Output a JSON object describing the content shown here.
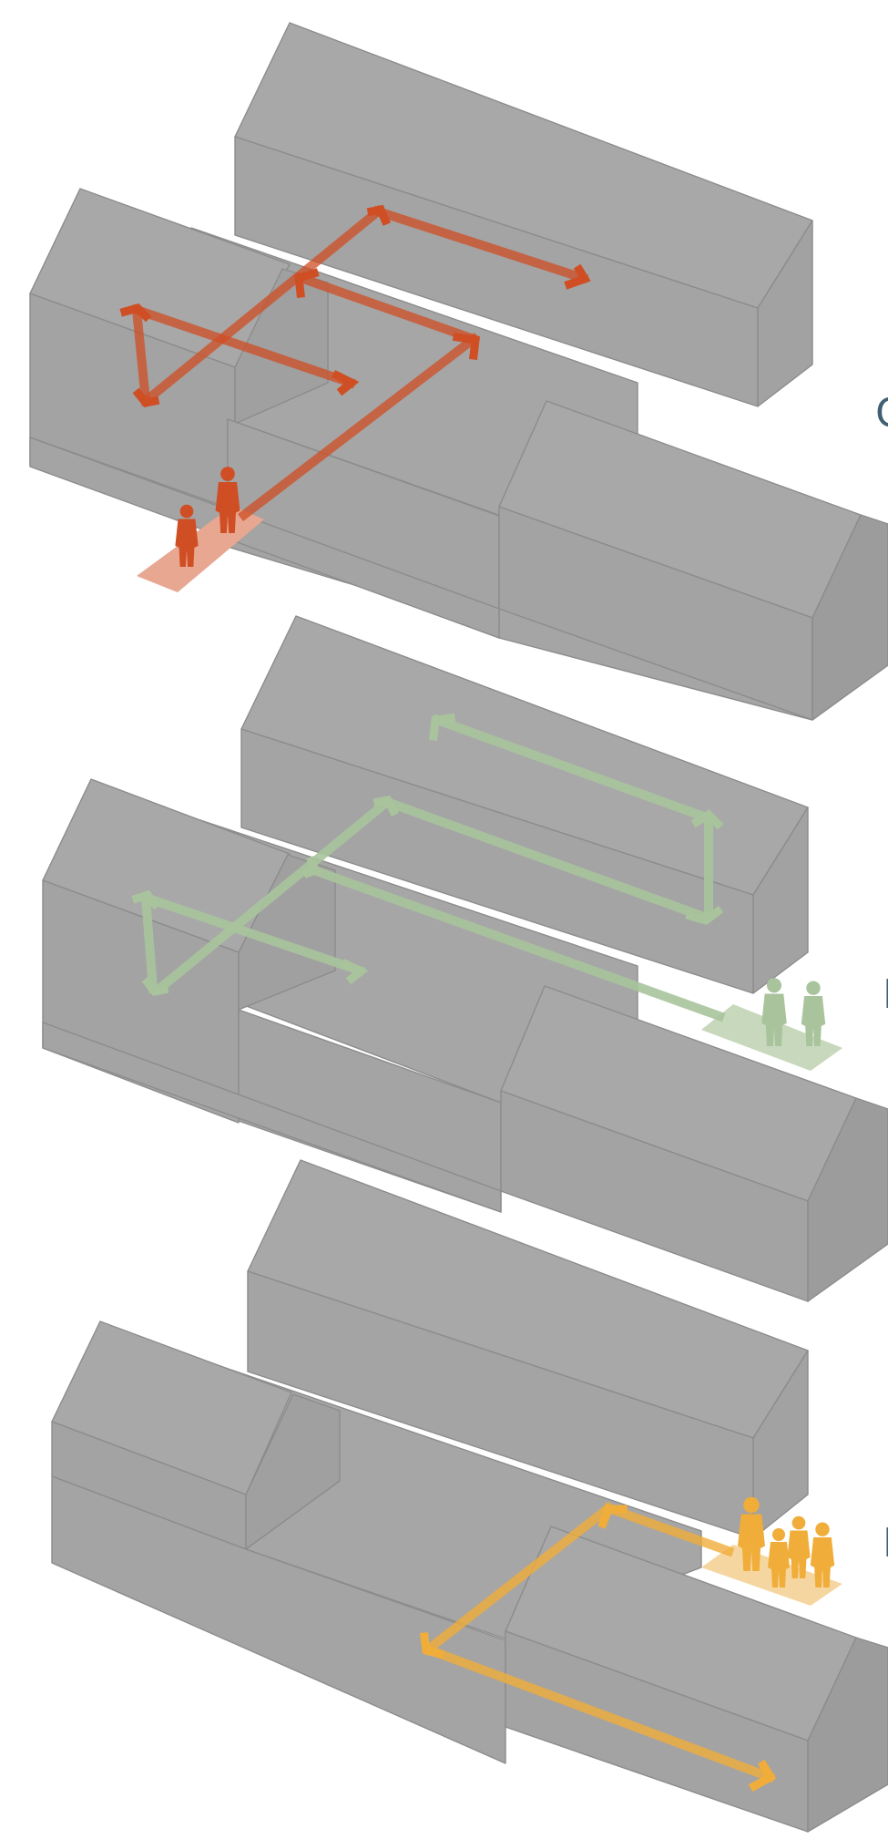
{
  "title": "",
  "colors": {
    "background": "#ffffff",
    "roof": "#a7a7a7",
    "wall": "#a3a3a3",
    "wall_shade": "#9a9a9a",
    "outline": "#8c8c8c",
    "label": "#3f5f73",
    "route_red": "#cf4e24",
    "route_green": "#a9c49c",
    "route_yellow": "#f0ad3a"
  },
  "panels": [
    {
      "name": "panel-1",
      "route_color": "route_red",
      "people_count": 2,
      "edge_text": "C"
    },
    {
      "name": "panel-2",
      "route_color": "route_green",
      "people_count": 2,
      "edge_text": "I"
    },
    {
      "name": "panel-3",
      "route_color": "route_yellow",
      "people_count": 4,
      "edge_text": "I"
    }
  ]
}
